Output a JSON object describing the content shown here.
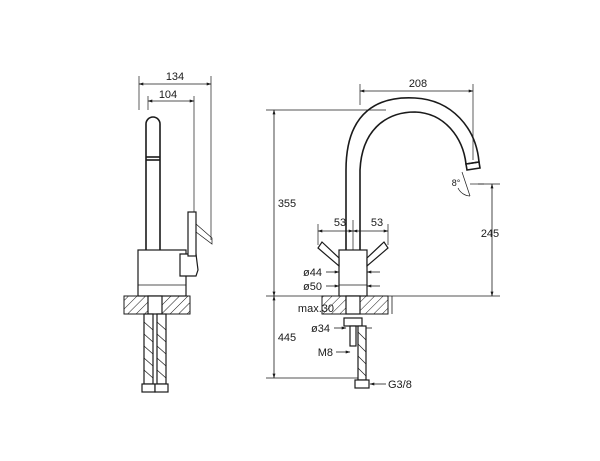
{
  "side_view": {
    "dim_overall": "134",
    "dim_reach": "104"
  },
  "front_view": {
    "dim_spout_reach": "208",
    "dim_total_height": "355",
    "dim_spout_height": "245",
    "dim_handle_left": "53",
    "dim_handle_right": "53",
    "dim_angle": "8°",
    "dim_d44": "ø44",
    "dim_d50": "ø50",
    "dim_max_thickness": "max.30",
    "dim_d34": "ø34",
    "dim_hose_length": "445",
    "dim_stud": "M8",
    "dim_thread": "G3/8"
  }
}
